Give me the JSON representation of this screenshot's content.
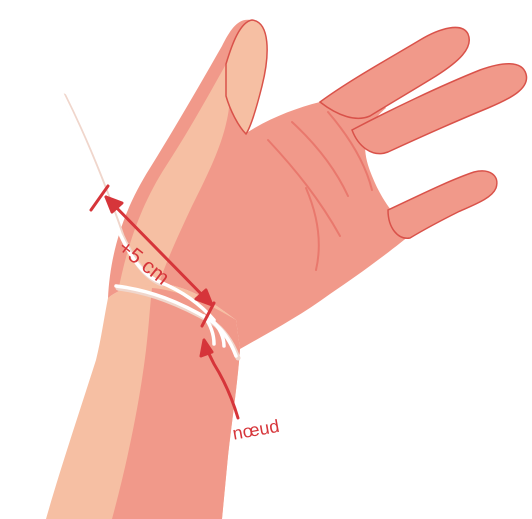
{
  "labels": {
    "measure": "+5 cm",
    "knot": "nœud"
  },
  "colors": {
    "skin_light": "#f6bfa3",
    "skin_mid": "#f1998a",
    "skin_dark": "#e56e63",
    "outline": "#d9524a",
    "annotation": "#d6353a",
    "string": "#ffffff",
    "string_shadow": "#f0d6cc"
  },
  "icons": [
    "hand-illustration",
    "measuring-string",
    "double-arrow",
    "knot-pointer-arrow"
  ]
}
